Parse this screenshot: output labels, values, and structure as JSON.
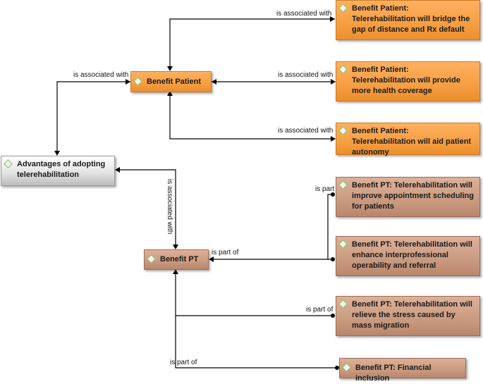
{
  "nodes": {
    "bp_gap": "Benefit Patient: Telerehabilitation will bridge the gap of distance and Rx default",
    "benefit_patient": "Benefit Patient",
    "bp_coverage": "Benefit Patient: Telerehabilitation will provide more health coverage",
    "bp_autonomy": "Benefit Patient: Telerehabilitation will aid patient autonomy",
    "advantages": "Advantages of adopting telerehabilitation",
    "pt_scheduling": "Benefit PT: Telerehabilitation will improve appointment scheduling for patients",
    "benefit_pt": "Benefit PT",
    "pt_interprof": "Benefit PT: Telerehabilitation will enhance interprofessional operability and referral",
    "pt_stress": "Benefit PT: Telerehabilitation will relieve the stress caused by mass migration",
    "pt_financial": "Benefit PT: Financial inclusion"
  },
  "edges": {
    "gap_label": "is associated with",
    "advantages_label": "is associated with",
    "coverage_label": "is associated with",
    "autonomy_label": "is associated with",
    "pt_adv_label": "is associated with",
    "scheduling_label": "is part",
    "interprof_label": "is part of",
    "stress_label": "is part of",
    "financial_label": "is part of"
  },
  "colors": {
    "patient_node": "#f59f43",
    "pt_node": "#c99a80",
    "root_node": "#dcdcdc",
    "icon_outline": "#7cc24d",
    "edge": "#000000"
  },
  "icons": {
    "node_icon": "diamond-icon"
  }
}
